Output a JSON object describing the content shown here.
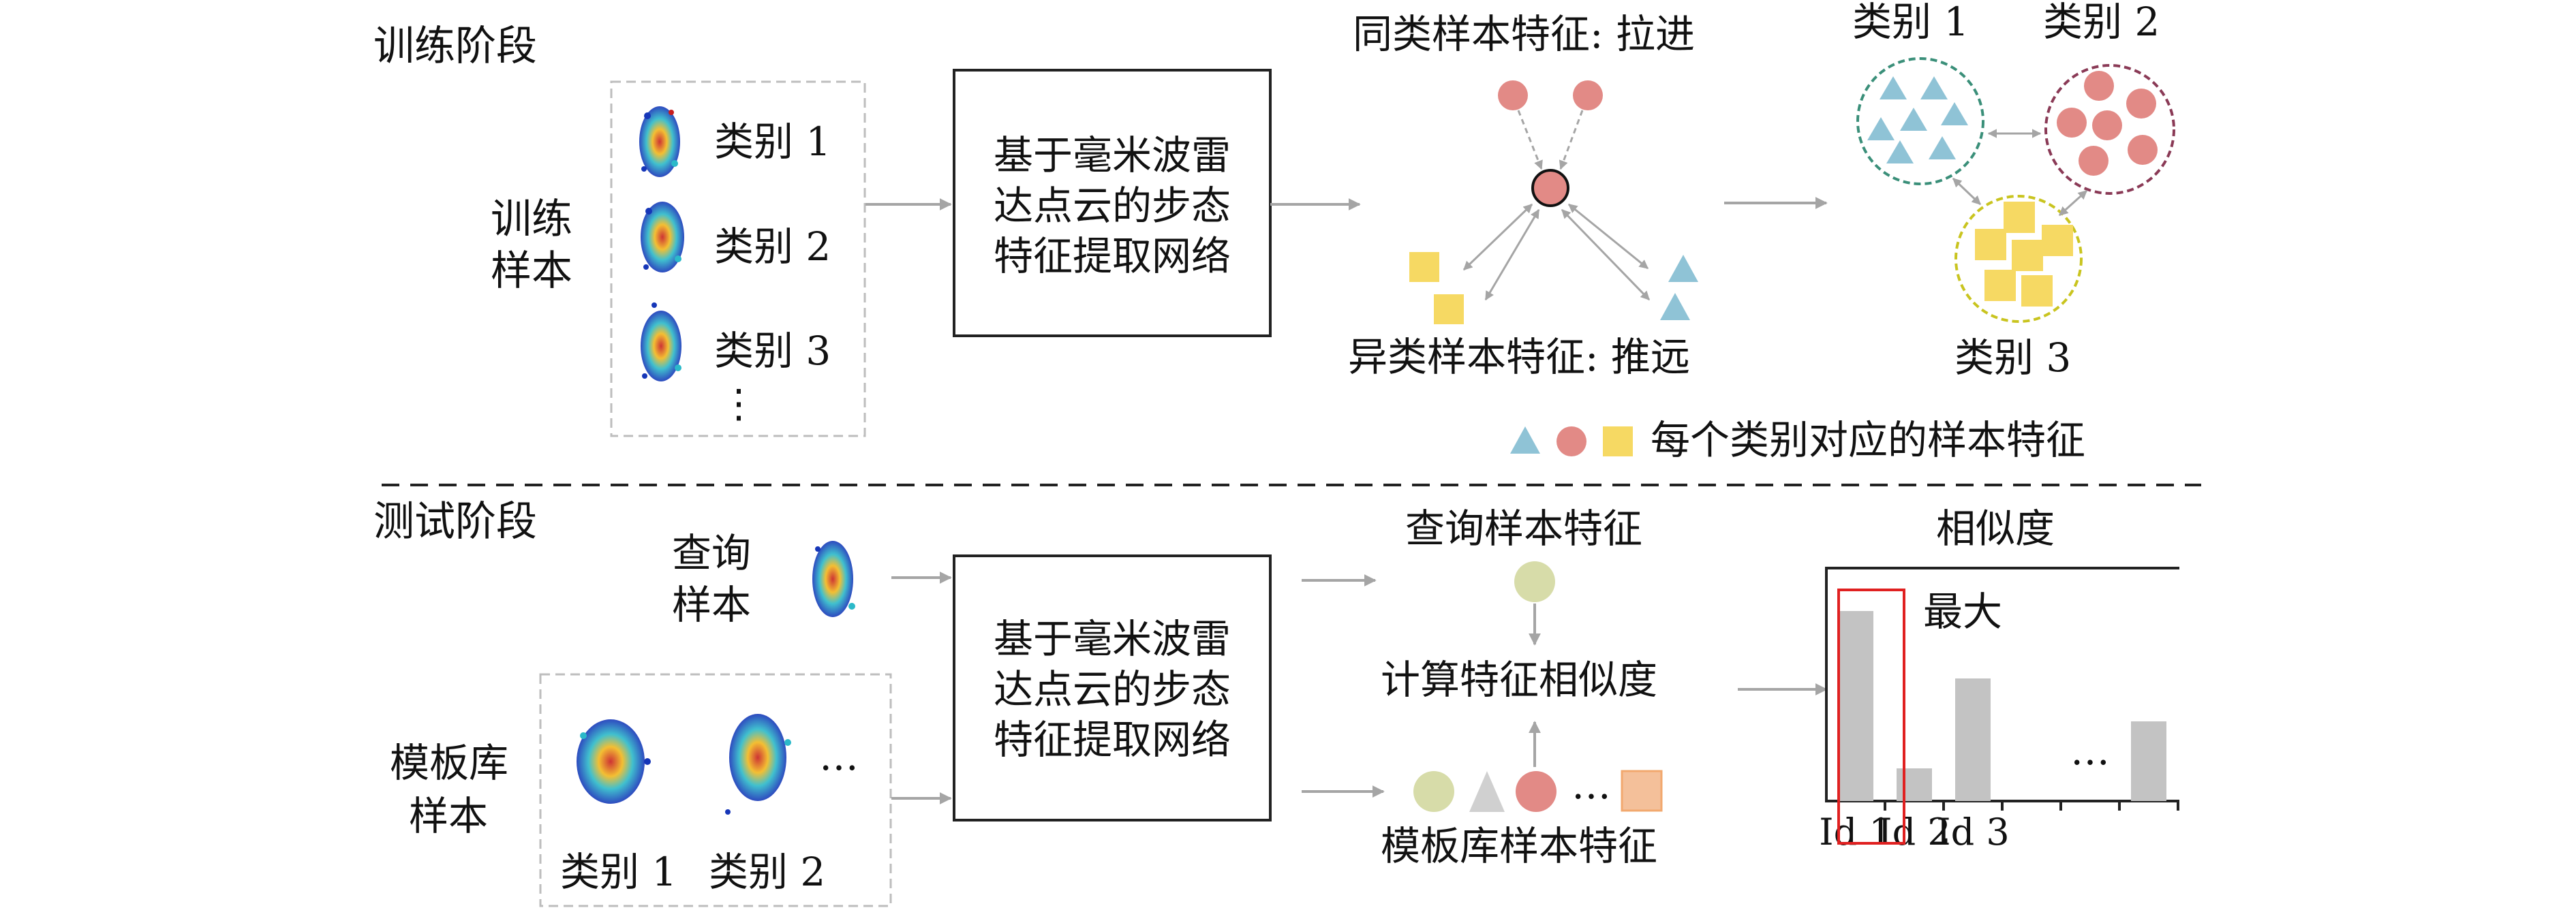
{
  "colors": {
    "arrow": "#a5a5a5",
    "box_border": "#222222",
    "dashed_border": "#bdbdbd",
    "red_circle": "#e28a86",
    "blue_triangle": "#8fc3d6",
    "yellow_square": "#f6d963",
    "gray_bar": "#c3c3c3",
    "highlight_box": "#e02020",
    "cluster1_ring": "#3a8f79",
    "cluster2_ring": "#8a3a56",
    "cluster3_ring": "#c9c41f",
    "query_feature": "#d7dca9",
    "orange_square": "#f4c09a"
  },
  "training": {
    "stage_label": "训练阶段",
    "samples_label": [
      "训练",
      "样本"
    ],
    "classes": [
      "类别 1",
      "类别 2",
      "类别 3"
    ],
    "ellipsis": "⋮",
    "network_label": [
      "基于毫米波雷",
      "达点云的步态",
      "特征提取网络"
    ],
    "pull_label": "同类样本特征: 拉进",
    "push_label": "异类样本特征: 推远",
    "cluster_labels": [
      "类别 1",
      "类别 2",
      "类别 3"
    ],
    "legend_label": "每个类别对应的样本特征"
  },
  "testing": {
    "stage_label": "测试阶段",
    "query_label": [
      "查询",
      "样本"
    ],
    "template_label": [
      "模板库",
      "样本"
    ],
    "template_classes": [
      "类别 1",
      "类别 2"
    ],
    "template_ellipsis": "…",
    "network_label": [
      "基于毫米波雷",
      "达点云的步态",
      "特征提取网络"
    ],
    "query_feature_label": "查询样本特征",
    "compute_label": "计算特征相似度",
    "template_feature_label": "模板库样本特征",
    "template_feature_ellipsis": "…",
    "similarity_title": "相似度",
    "max_label": "最大",
    "bar_ellipsis": "…"
  },
  "chart_data": {
    "type": "bar",
    "title": "相似度",
    "categories": [
      "Id 1",
      "Id 2",
      "Id 3",
      "",
      "",
      ""
    ],
    "values": [
      0.93,
      0.16,
      0.6,
      0.0,
      0.0,
      0.39
    ],
    "highlight": "Id 1",
    "highlight_label": "最大",
    "ylim": [
      0,
      1
    ]
  }
}
